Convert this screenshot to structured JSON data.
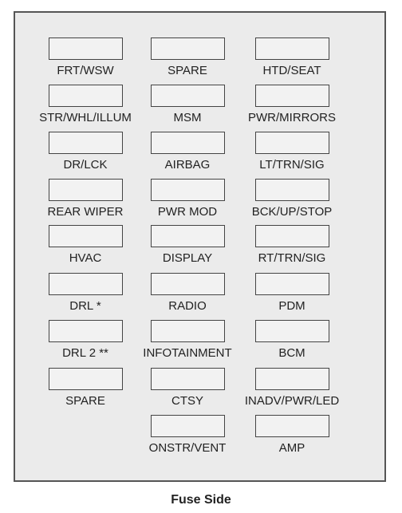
{
  "fuse_panel": {
    "columns": [
      [
        "FRT/WSW",
        "STR/WHL/ILLUM",
        "DR/LCK",
        "REAR WIPER",
        "HVAC",
        "DRL *",
        "DRL 2 **",
        "SPARE"
      ],
      [
        "SPARE",
        "MSM",
        "AIRBAG",
        "PWR MOD",
        "DISPLAY",
        "RADIO",
        "INFOTAINMENT",
        "CTSY",
        "ONSTR/VENT"
      ],
      [
        "HTD/SEAT",
        "PWR/MIRRORS",
        "LT/TRN/SIG",
        "BCK/UP/STOP",
        "RT/TRN/SIG",
        "PDM",
        "BCM",
        "INADV/PWR/LED",
        "AMP"
      ]
    ]
  },
  "caption": "Fuse Side"
}
